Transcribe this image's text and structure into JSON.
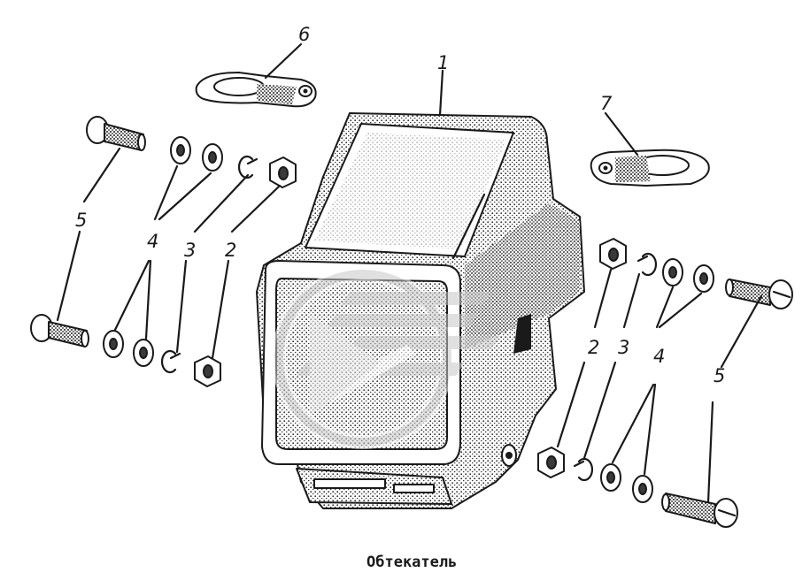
{
  "caption": "Обтекатель",
  "callouts": {
    "fairing": "1",
    "nut_left": "2",
    "nut_right": "2",
    "lock_washer_left": "3",
    "lock_washer_right": "3",
    "washer_left": "4",
    "washer_right": "4",
    "bolt_left": "5",
    "bolt_right": "5",
    "bracket_top": "6",
    "bracket_right": "7"
  },
  "colors": {
    "ink": "#1a1a1a",
    "paper": "#ffffff",
    "watermark": "#c8c8c8"
  },
  "icons": {
    "watermark": "logo-watermark-icon"
  }
}
